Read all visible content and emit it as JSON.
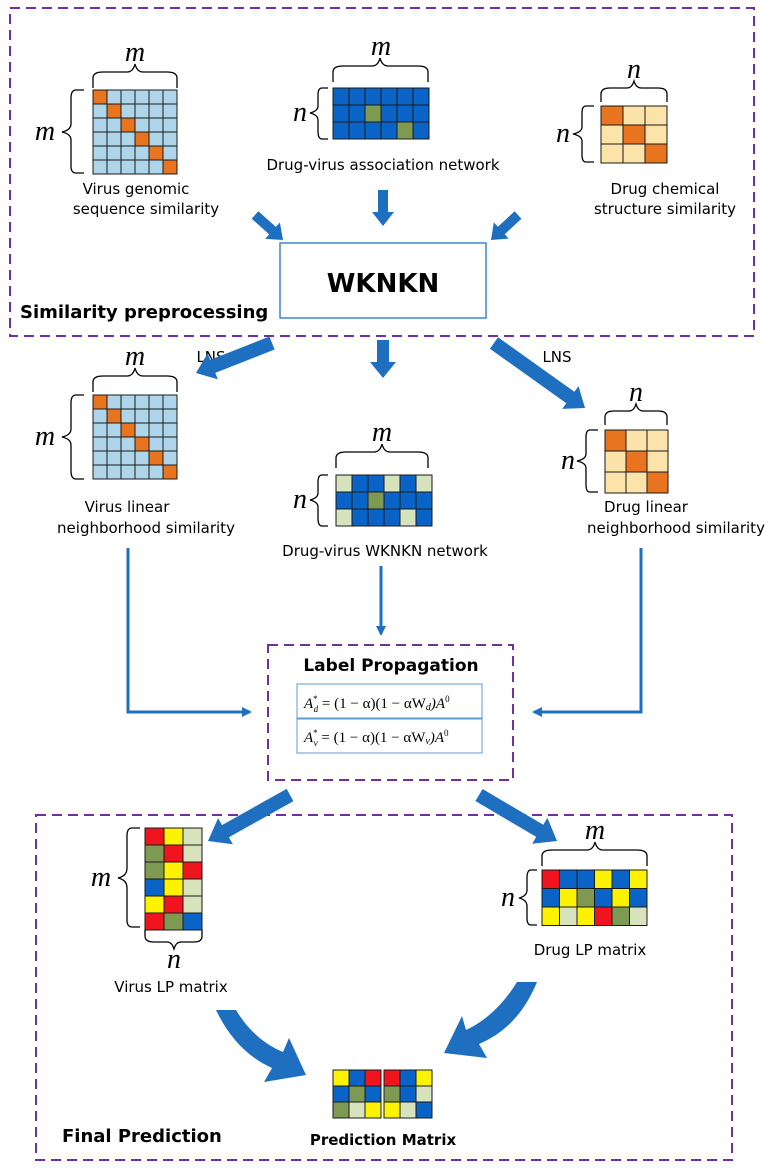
{
  "labels": {
    "m": "m",
    "n": "n",
    "virus_genomic_1": "Virus genomic",
    "virus_genomic_2": "sequence similarity",
    "drug_virus_assoc": "Drug-virus association network",
    "drug_chem_1": "Drug chemical",
    "drug_chem_2": "structure similarity",
    "wknkn": "WKNKN",
    "similarity_preprocessing": "Similarity preprocessing",
    "lns_left": "LNS",
    "lns_right": "LNS",
    "virus_linear_1": "Virus linear",
    "virus_linear_2": "neighborhood similarity",
    "drug_virus_wknkn": "Drug-virus WKNKN network",
    "drug_linear_1": "Drug linear",
    "drug_linear_2": "neighborhood similarity",
    "label_propagation": "Label Propagation",
    "virus_lp_matrix": "Virus LP matrix",
    "drug_lp_matrix": "Drug LP matrix",
    "final_prediction": "Final Prediction",
    "prediction_matrix": "Prediction Matrix"
  },
  "formulas": {
    "drug": {
      "lhs": "A",
      "sup": "*",
      "sub": "d",
      "mid": " = (1 − α)(1 − αW",
      "wsub": "d",
      "tail": ")A",
      "tailsup": "0"
    },
    "virus": {
      "lhs": "A",
      "sup": "*",
      "sub": "v",
      "mid": " = (1 − α)(1 − αW",
      "wsub": "v",
      "tail": ")A",
      "tailsup": "0"
    }
  },
  "colors": {
    "light_blue": "#aed5ea",
    "orange": "#e8741f",
    "dark_blue": "#0a64c8",
    "olive": "#7e9a52",
    "light_olive": "#d7e3bd",
    "cream": "#fbe3a9",
    "red": "#f0141e",
    "yellow": "#fdf200",
    "arrow": "#1f6fc0",
    "dashed": "#7030a0"
  }
}
